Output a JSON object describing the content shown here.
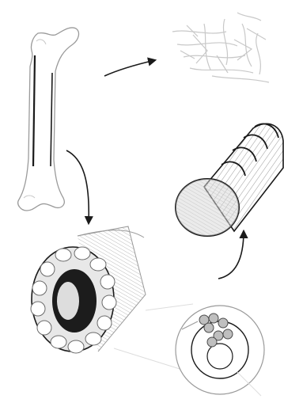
{
  "figure": {
    "colors": {
      "ink": "#1a1a1a",
      "sketch": "#9a9a9a",
      "light": "#c8c8c8",
      "faint": "#dddddd",
      "core": "#1c1c1c",
      "page": "#ffffff"
    },
    "panels": [
      {
        "id": "long-bone",
        "shows": "femur-bone-drawing"
      },
      {
        "id": "spongy-bone",
        "shows": "trabecular-mesh-drawing"
      },
      {
        "id": "compact-bone-section",
        "shows": "osteon-ring-cross-section"
      },
      {
        "id": "osteon-cylinder",
        "shows": "lamellar-cylinder-drawing"
      },
      {
        "id": "concentric-lamellae",
        "shows": "concentric-circles-with-cells"
      }
    ],
    "arrows": [
      {
        "from": "long-bone",
        "to": "spongy-bone"
      },
      {
        "from": "long-bone",
        "to": "compact-bone-section"
      },
      {
        "from": "concentric-lamellae",
        "to": "osteon-cylinder"
      }
    ]
  }
}
